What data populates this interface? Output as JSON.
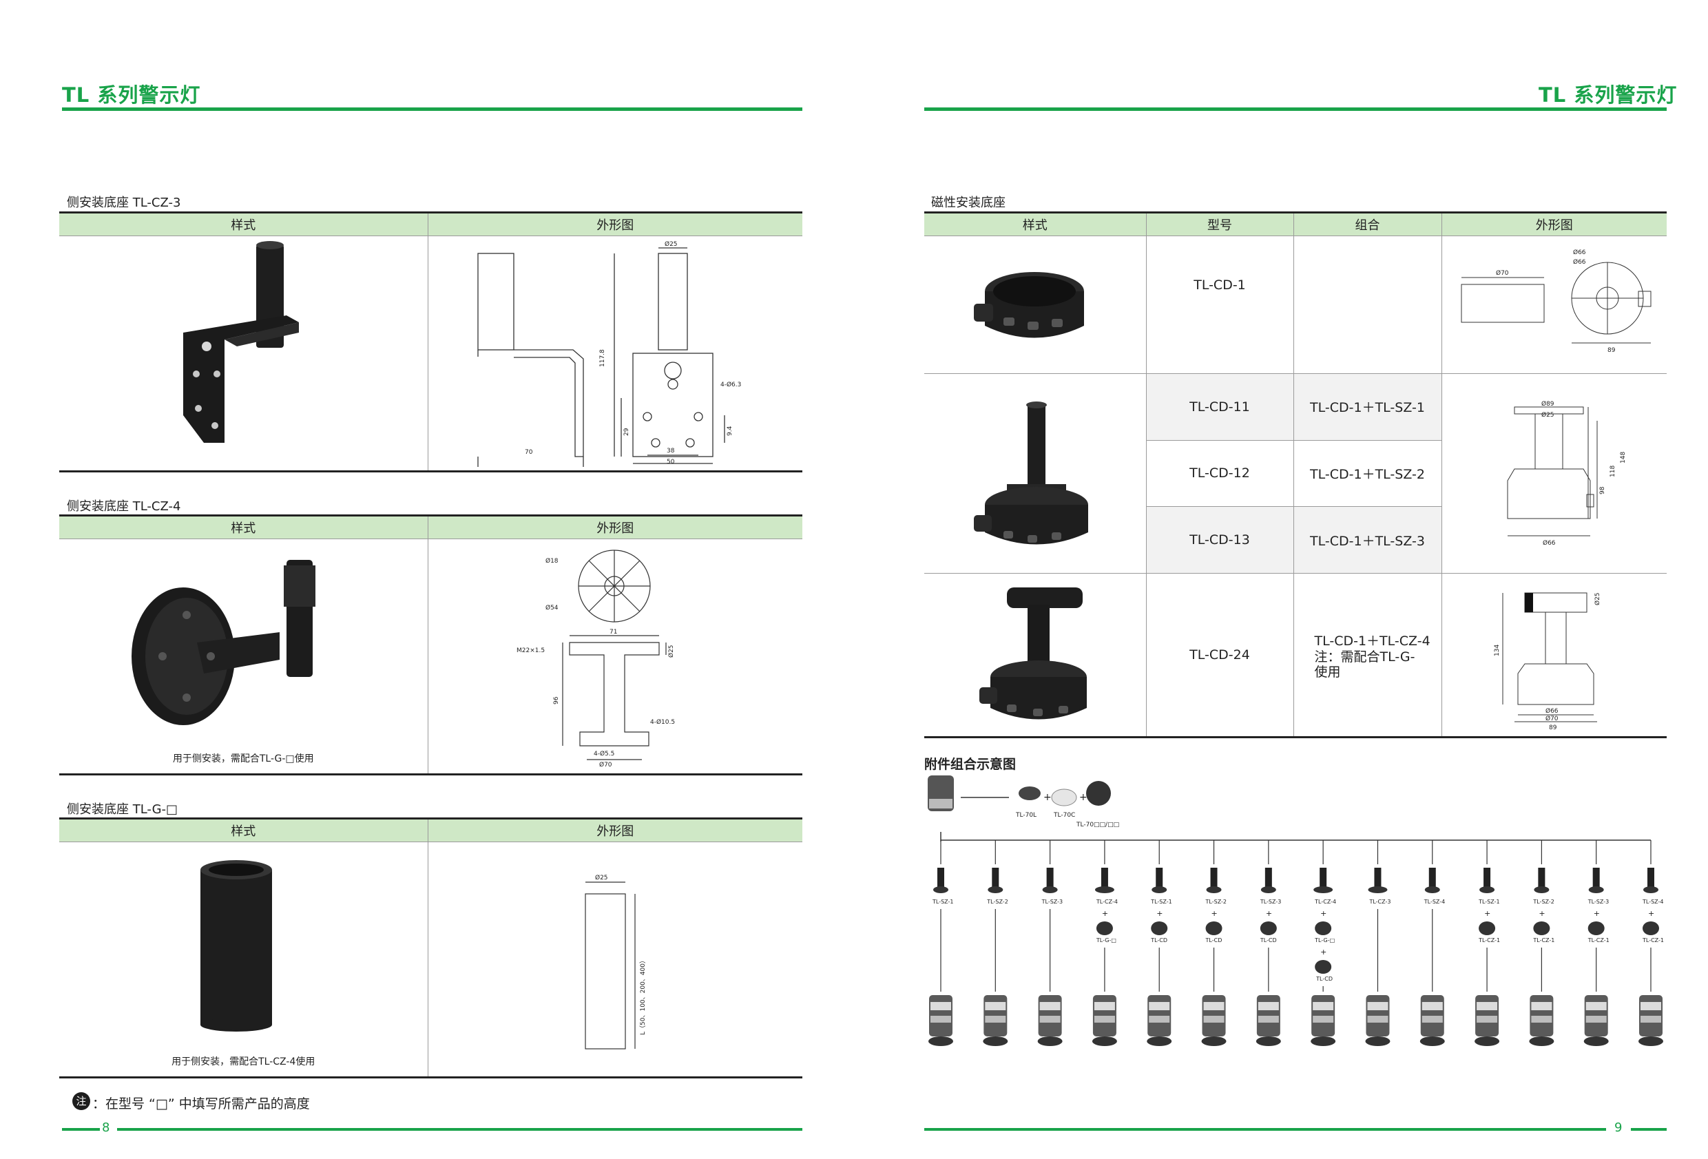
{
  "header": {
    "brand_left": "TL 系列警示灯",
    "brand_right": "TL 系列警示灯"
  },
  "left": {
    "sections": [
      {
        "title": "侧安装底座  TL-CZ-3",
        "col_style": "样式",
        "col_outline": "外形图",
        "note": "",
        "dims": [
          "Ø25",
          "117.8",
          "4-Ø6.3",
          "9.4",
          "29",
          "70",
          "38",
          "50"
        ]
      },
      {
        "title": "侧安装底座  TL-CZ-4",
        "col_style": "样式",
        "col_outline": "外形图",
        "note": "用于侧安装，需配合TL-G-□使用",
        "dims": [
          "Ø18",
          "Ø54",
          "71",
          "M22×1.5",
          "Ø25",
          "96",
          "4-Ø10.5",
          "4-Ø5.5",
          "Ø70"
        ]
      },
      {
        "title": "侧安装底座  TL-G-□",
        "col_style": "样式",
        "col_outline": "外形图",
        "note": "用于侧安装，需配合TL-CZ-4使用",
        "dims": [
          "Ø25",
          "L（50、100、200、400）"
        ]
      }
    ],
    "footnote_mark": "注",
    "footnote": "：在型号 “□” 中填写所需产品的高度",
    "page_number": "8"
  },
  "right": {
    "title": "磁性安装底座",
    "columns": [
      "样式",
      "型号",
      "组合",
      "外形图"
    ],
    "rows": [
      {
        "model": "TL-CD-1",
        "combo": ""
      },
      {
        "model": "TL-CD-11",
        "combo": "TL-CD-1＋TL-SZ-1"
      },
      {
        "model": "TL-CD-12",
        "combo": "TL-CD-1＋TL-SZ-2"
      },
      {
        "model": "TL-CD-13",
        "combo": "TL-CD-1＋TL-SZ-3"
      },
      {
        "model": "TL-CD-24",
        "combo": "TL-CD-1＋TL-CZ-4",
        "combo_note": "注：需配合TL-G-使用"
      }
    ],
    "cd1_dims": [
      "Ø70",
      "Ø66",
      "Ø66",
      "89"
    ],
    "cd11_dims": [
      "Ø89",
      "Ø25",
      "148",
      "118",
      "98",
      "Ø66"
    ],
    "cd24_dims": [
      "Ø25",
      "134",
      "Ø66",
      "Ø70",
      "89"
    ],
    "accessory_title": "附件组合示意图",
    "accessory_top": [
      "TL-70L",
      "TL-70C",
      "TL-70□□/□□"
    ],
    "accessory_cols": [
      {
        "top": "TL-SZ-1"
      },
      {
        "top": "TL-SZ-2"
      },
      {
        "top": "TL-SZ-3"
      },
      {
        "top": "TL-CZ-4",
        "mid": "TL-G-□"
      },
      {
        "top": "TL-SZ-1",
        "mid": "TL-CD"
      },
      {
        "top": "TL-SZ-2",
        "mid": "TL-CD"
      },
      {
        "top": "TL-SZ-3",
        "mid": "TL-CD"
      },
      {
        "top": "TL-CZ-4",
        "mid": "TL-G-□",
        "mid2": "TL-CD"
      },
      {
        "top": "TL-CZ-3"
      },
      {
        "top": "TL-SZ-4"
      },
      {
        "top": "TL-SZ-1",
        "mid": "TL-CZ-1"
      },
      {
        "top": "TL-SZ-2",
        "mid": "TL-CZ-1"
      },
      {
        "top": "TL-SZ-3",
        "mid": "TL-CZ-1"
      },
      {
        "top": "TL-SZ-4",
        "mid": "TL-CZ-1"
      }
    ],
    "page_number": "9"
  },
  "colors": {
    "brand": "#19a34a",
    "header_fill": "#cfe8c6",
    "product": "#1e1e1e"
  }
}
